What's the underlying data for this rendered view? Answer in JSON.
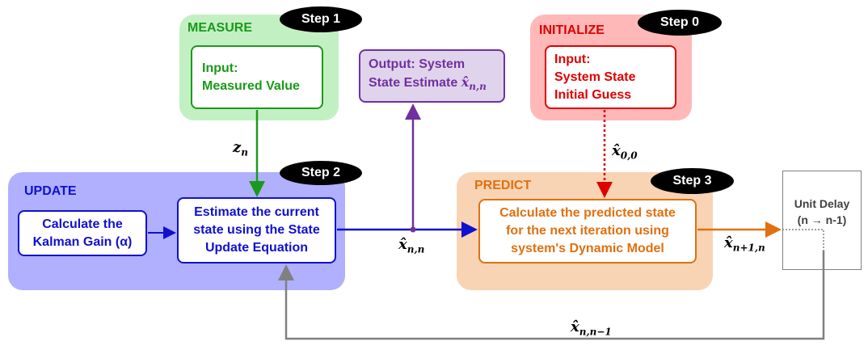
{
  "colors": {
    "measure": "#1a9a1a",
    "update": "#1010d0",
    "output": "#7030a0",
    "initialize": "#e00000",
    "predict": "#e07010",
    "delay": "#808080"
  },
  "measure": {
    "tag": "MEASURE",
    "step": "Step 1",
    "box": "Input:\nMeasured Value"
  },
  "output": {
    "text": "Output: System\nState Estimate ",
    "sym": "x̂",
    "sub": "n,n"
  },
  "initialize": {
    "tag": "INITIALIZE",
    "step": "Step 0",
    "box": "Input:\nSystem State\nInitial Guess"
  },
  "update": {
    "tag": "UPDATE",
    "step": "Step 2",
    "gain_box": "Calculate the\nKalman Gain (α)",
    "estimate_box": "Estimate the current\nstate using the State\nUpdate Equation"
  },
  "predict": {
    "tag": "PREDICT",
    "step": "Step 3",
    "box": "Calculate the predicted state\nfor the next iteration using\nsystem's Dynamic Model"
  },
  "delay": {
    "box": "Unit Delay\n(n → n-1)"
  },
  "labels": {
    "z": {
      "sym": "z",
      "sub": "n"
    },
    "x00": {
      "sym": "x̂",
      "sub": "0,0"
    },
    "xnn": {
      "sym": "x̂",
      "sub": "n,n"
    },
    "xn1n": {
      "sym": "x̂",
      "sub": "n+1,n"
    },
    "xnn1": {
      "sym": "x̂",
      "sub": "n,n−1"
    }
  }
}
